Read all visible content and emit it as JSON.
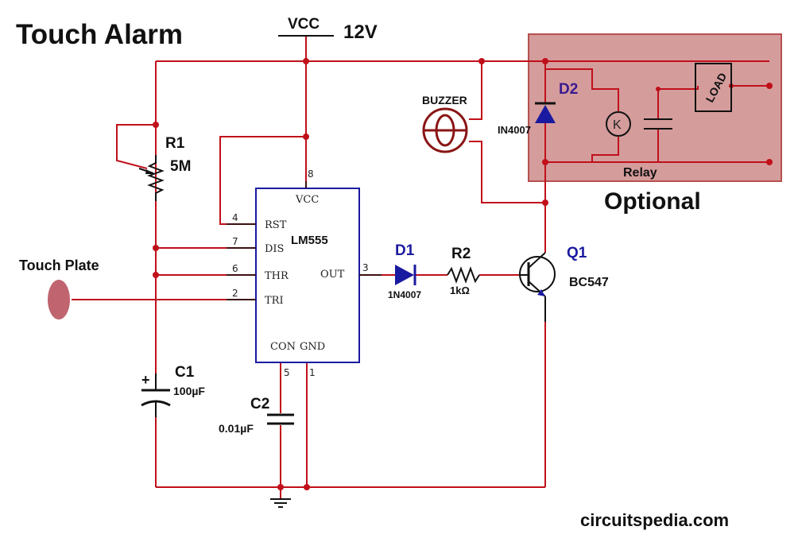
{
  "title": "Touch Alarm",
  "supply": {
    "vcc_label": "VCC",
    "voltage": "12V"
  },
  "ic": {
    "name": "LM555",
    "pins": {
      "vcc": "VCC",
      "rst": "RST",
      "dis": "DIS",
      "thr": "THR",
      "tri": "TRI",
      "out": "OUT",
      "con": "CON",
      "gnd": "GND"
    },
    "pin_numbers": {
      "p8": "8",
      "p4": "4",
      "p7": "7",
      "p6": "6",
      "p2": "2",
      "p3": "3",
      "p5": "5",
      "p1": "1"
    }
  },
  "components": {
    "r1": {
      "ref": "R1",
      "value": "5M"
    },
    "r2": {
      "ref": "R2",
      "value": "1kΩ"
    },
    "c1": {
      "ref": "C1",
      "value": "100µF"
    },
    "c2": {
      "ref": "C2",
      "value": "0.01µF"
    },
    "d1": {
      "ref": "D1",
      "value": "1N4007"
    },
    "d2": {
      "ref": "D2",
      "value": "IN4007"
    },
    "q1": {
      "ref": "Q1",
      "value": "BC547"
    },
    "buzzer": {
      "label": "BUZZER"
    },
    "touch_plate": {
      "label": "Touch Plate"
    },
    "relay": {
      "label": "Relay",
      "coil": "K"
    },
    "load": {
      "label": "LOAD"
    }
  },
  "optional_label": "Optional",
  "footer": "circuitspedia.com",
  "colors": {
    "wire": "#c0101a",
    "ic_outline": "#1a1aa0",
    "diode_blue": "#1a1aa0",
    "optional_fill": "#b34a4a"
  }
}
